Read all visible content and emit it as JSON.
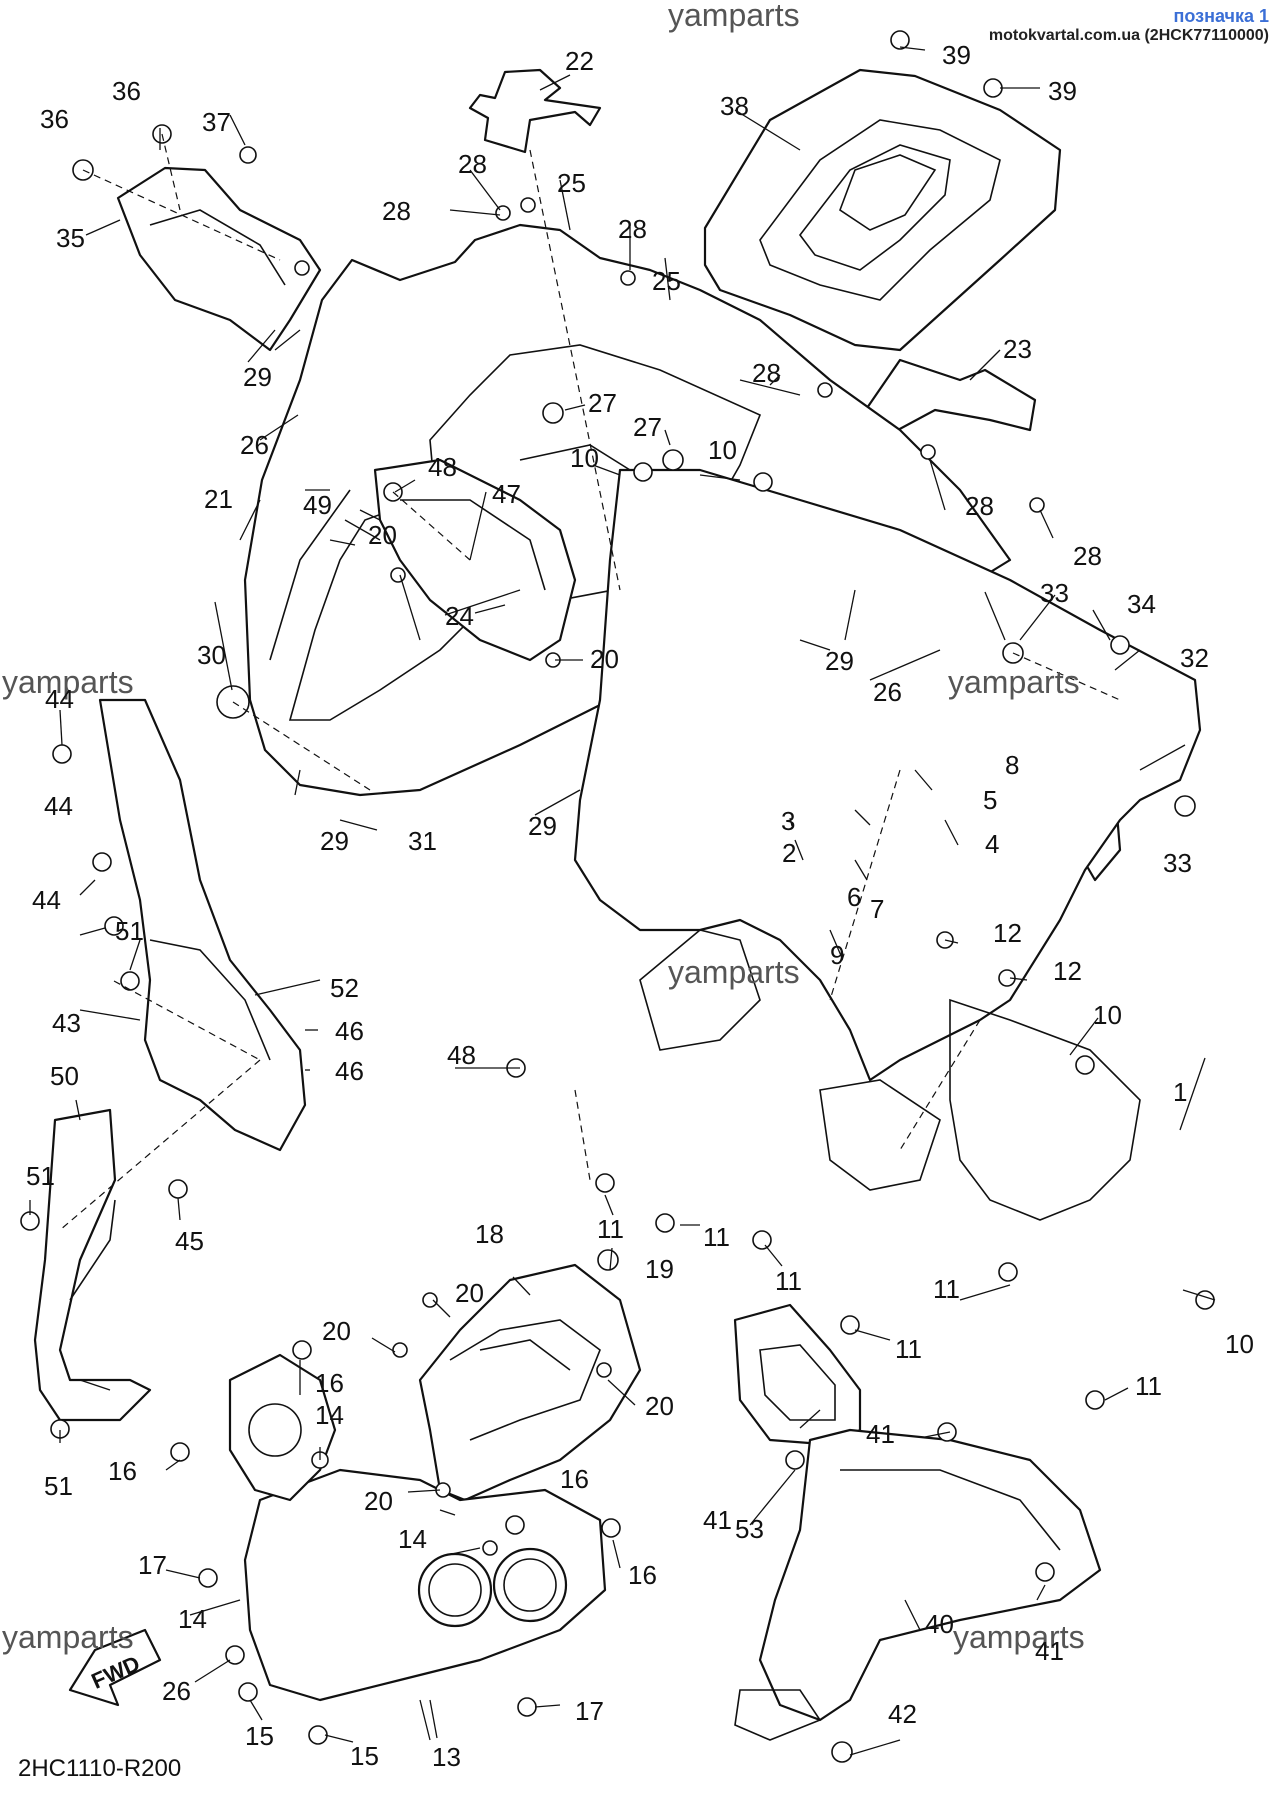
{
  "header": {
    "label": "позначка 1",
    "source": "motokvartal.com.ua (2HCK77110000)"
  },
  "watermark": "yamparts",
  "diagram_code": "2HC1110-R200",
  "fwd_label": "FWD",
  "callouts": {
    "c1": "1",
    "c2": "2",
    "c3": "3",
    "c4": "4",
    "c5": "5",
    "c6": "6",
    "c7": "7",
    "c8": "8",
    "c9": "9",
    "c10": "10",
    "c11": "11",
    "c12": "12",
    "c13": "13",
    "c14": "14",
    "c15": "15",
    "c16": "16",
    "c17": "17",
    "c18": "18",
    "c19": "19",
    "c20": "20",
    "c21": "21",
    "c22": "22",
    "c23": "23",
    "c24": "24",
    "c25": "25",
    "c26": "26",
    "c27": "27",
    "c28": "28",
    "c29": "29",
    "c30": "30",
    "c31": "31",
    "c32": "32",
    "c33": "33",
    "c34": "34",
    "c35": "35",
    "c36": "36",
    "c37": "37",
    "c38": "38",
    "c39": "39",
    "c40": "40",
    "c41": "41",
    "c42": "42",
    "c43": "43",
    "c44": "44",
    "c45": "45",
    "c46": "46",
    "c47": "47",
    "c48": "48",
    "c49": "49",
    "c50": "50",
    "c51": "51",
    "c52": "52",
    "c53": "53"
  },
  "colors": {
    "line": "#111111",
    "badge": "#3b6fd6",
    "watermark": "#555555"
  }
}
